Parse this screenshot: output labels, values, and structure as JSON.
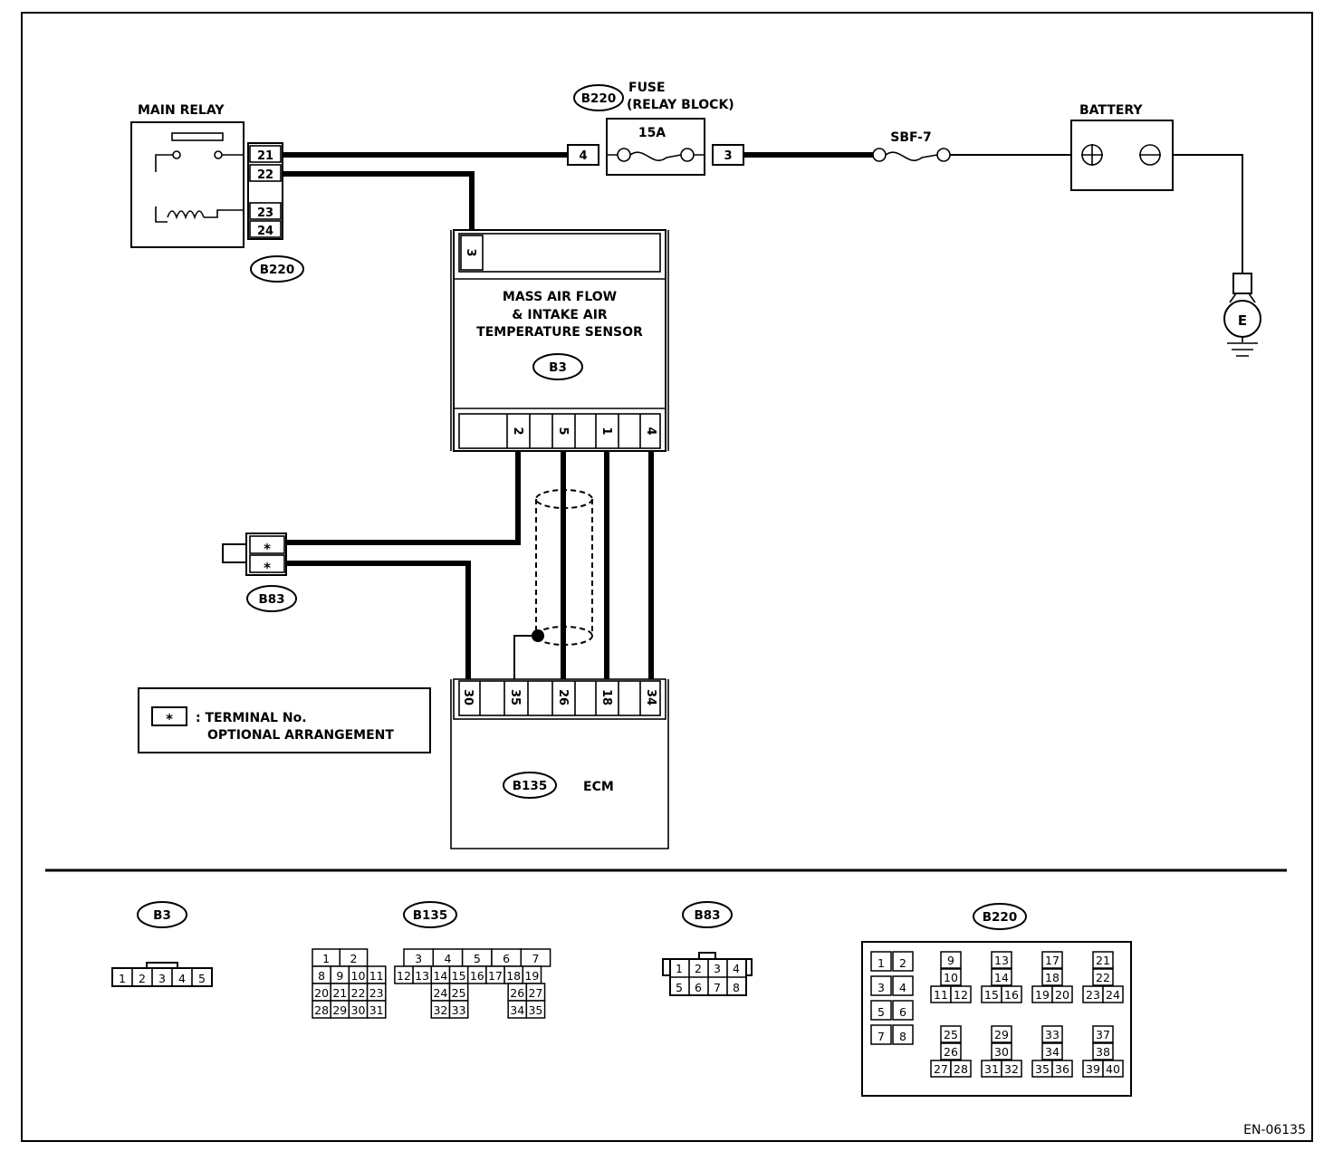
{
  "components": {
    "main_relay": {
      "label": "MAIN RELAY",
      "connector": "B220",
      "pins": [
        "21",
        "22",
        "23",
        "24"
      ]
    },
    "fuse": {
      "connector": "B220",
      "label_line1": "FUSE",
      "label_line2": "(RELAY BLOCK)",
      "rating": "15A",
      "pin_left": "4",
      "pin_right": "3"
    },
    "sbf": {
      "label": "SBF-7"
    },
    "battery": {
      "label": "BATTERY"
    },
    "ground": {
      "label": "E"
    },
    "maf_sensor": {
      "label_line1": "MASS AIR FLOW",
      "label_line2": "& INTAKE AIR",
      "label_line3": "TEMPERATURE SENSOR",
      "connector": "B3",
      "top_pin": "3",
      "bottom_pins": [
        "2",
        "5",
        "1",
        "4"
      ]
    },
    "b83": {
      "connector": "B83",
      "pins": [
        "*",
        "*"
      ]
    },
    "ecm": {
      "label": "ECM",
      "connector": "B135",
      "pins": [
        "30",
        "35",
        "26",
        "18",
        "34"
      ]
    },
    "legend": {
      "symbol": "*",
      "line1": ": TERMINAL No.",
      "line2": "OPTIONAL ARRANGEMENT"
    }
  },
  "connector_views": {
    "b3": {
      "label": "B3",
      "pins": [
        "1",
        "2",
        "3",
        "4",
        "5"
      ]
    },
    "b135": {
      "label": "B135",
      "row1": [
        "1",
        "2",
        "3",
        "4",
        "5",
        "6",
        "7"
      ],
      "row2": [
        "8",
        "9",
        "10",
        "11",
        "12",
        "13",
        "14",
        "15",
        "16",
        "17",
        "18",
        "19"
      ],
      "row3": [
        "20",
        "21",
        "22",
        "23",
        "24",
        "25",
        "26",
        "27"
      ],
      "row4": [
        "28",
        "29",
        "30",
        "31",
        "32",
        "33",
        "34",
        "35"
      ]
    },
    "b83": {
      "label": "B83",
      "row1": [
        "1",
        "2",
        "3",
        "4"
      ],
      "row2": [
        "5",
        "6",
        "7",
        "8"
      ]
    },
    "b220": {
      "label": "B220",
      "pins": [
        "1",
        "2",
        "3",
        "4",
        "5",
        "6",
        "7",
        "8",
        "9",
        "10",
        "11",
        "12",
        "13",
        "14",
        "15",
        "16",
        "17",
        "18",
        "19",
        "20",
        "21",
        "22",
        "23",
        "24",
        "25",
        "26",
        "27",
        "28",
        "29",
        "30",
        "31",
        "32",
        "33",
        "34",
        "35",
        "36",
        "37",
        "38",
        "39",
        "40"
      ]
    }
  },
  "figure_id": "EN-06135"
}
